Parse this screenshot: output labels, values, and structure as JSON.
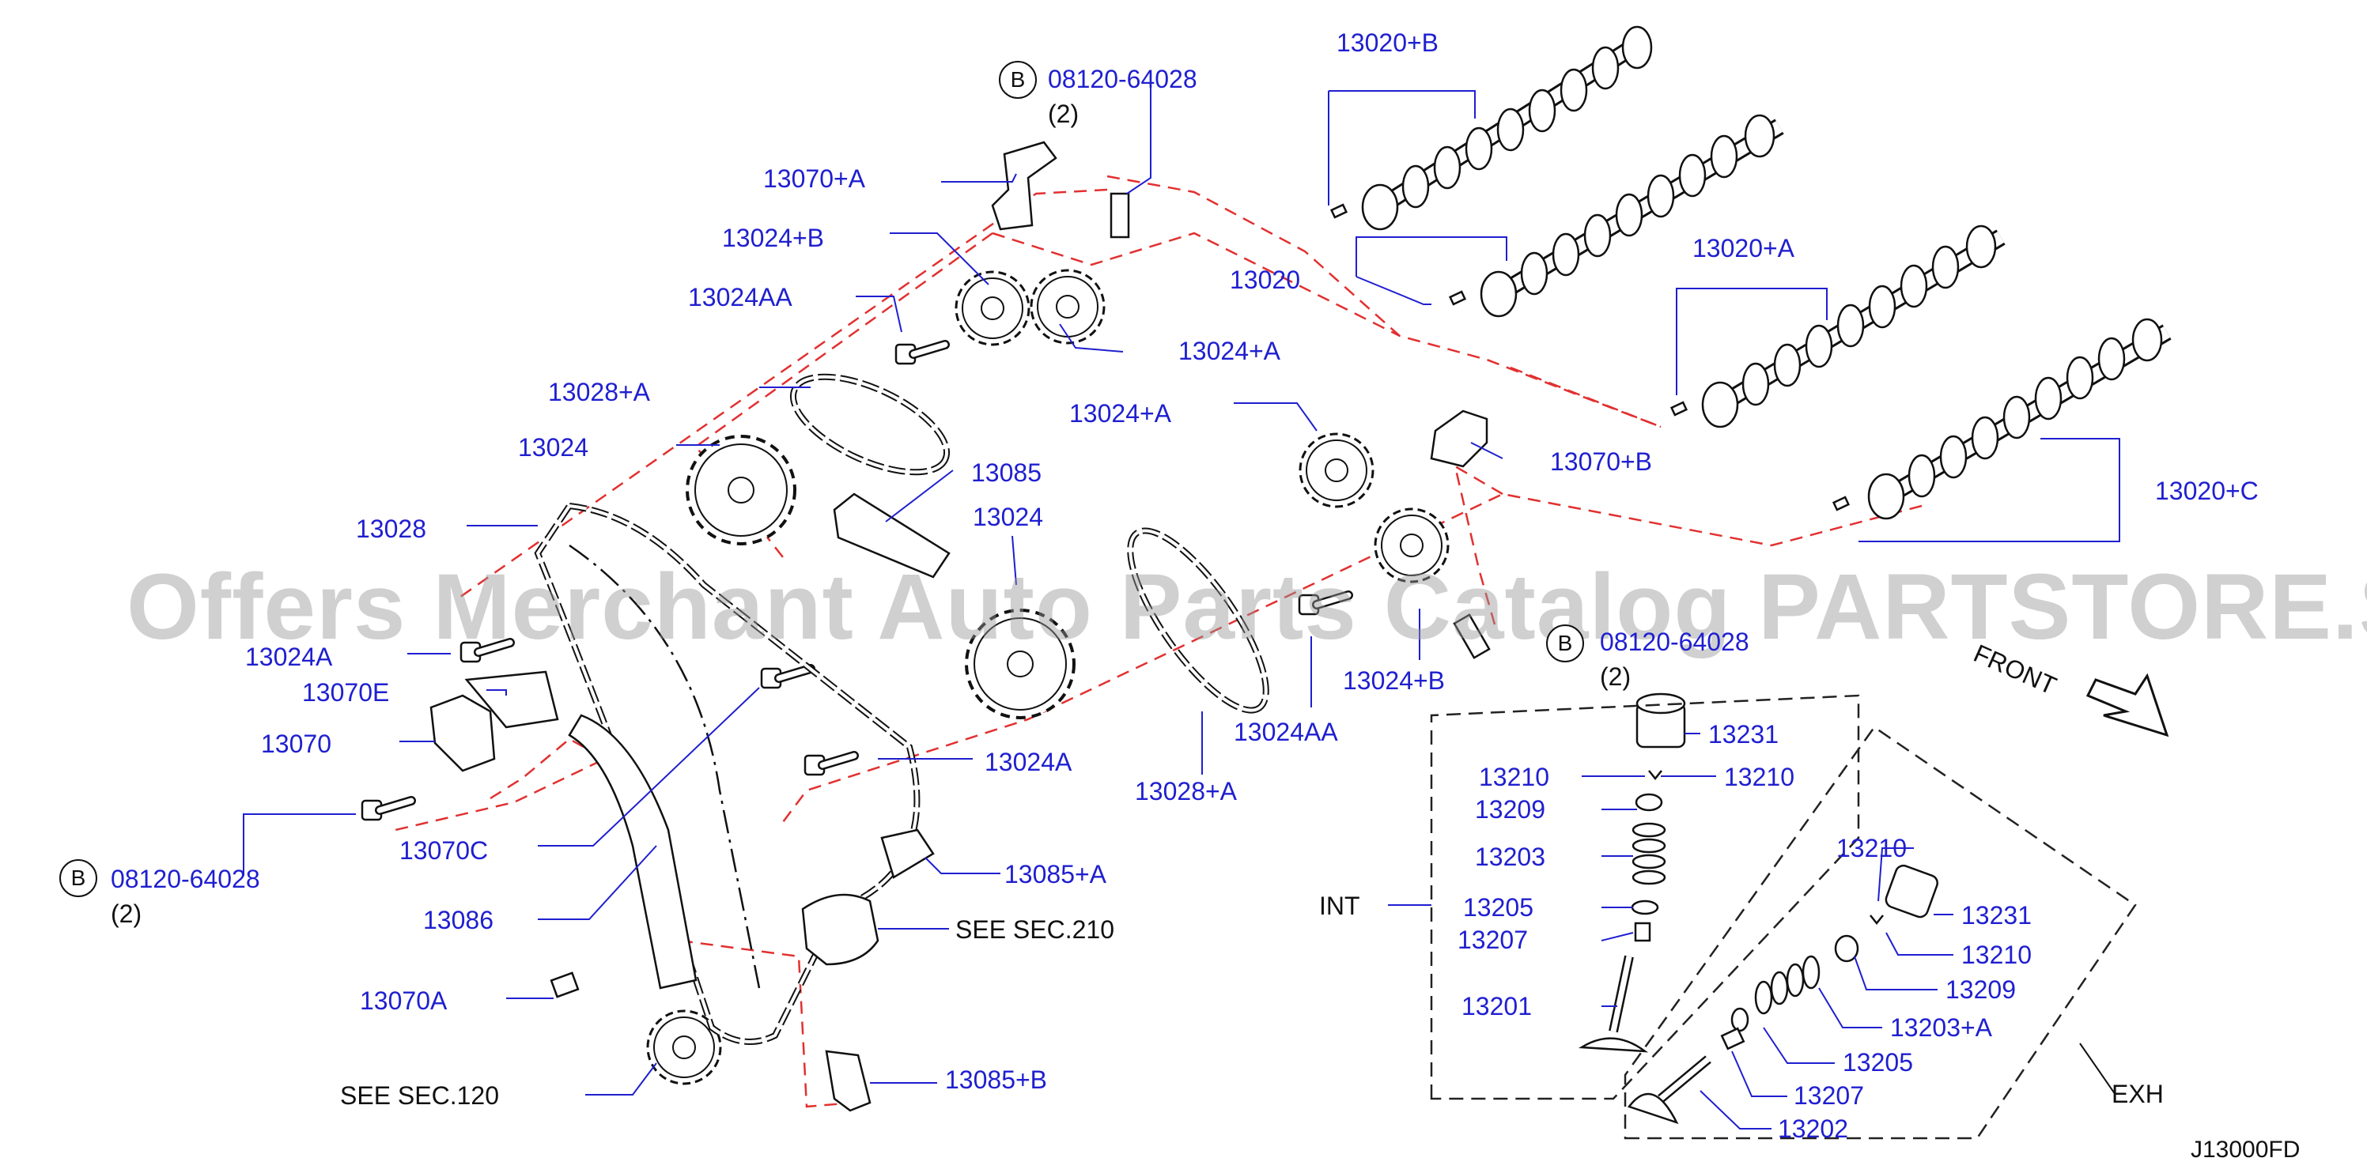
{
  "diagram": {
    "code": "J13000FD",
    "watermark": "Offers Merchant Auto Parts Catalog PARTSTORE.SA",
    "front_label": "FRONT",
    "callout_letter": "B",
    "callouts": [
      {
        "part": "08120-64028",
        "qty": "(2)"
      },
      {
        "part": "08120-64028",
        "qty": "(2)"
      },
      {
        "part": "08120-64028",
        "qty": "(2)"
      }
    ],
    "camshafts": [
      "13020+B",
      "13020",
      "13020+A",
      "13020+C"
    ],
    "sprockets": [
      "13024+B",
      "13024AA",
      "13024+A",
      "13024",
      "13024",
      "13024+A",
      "13024+B",
      "13024AA"
    ],
    "chains": [
      "13028+A",
      "13028",
      "13028+A"
    ],
    "tensioners": [
      "13070+A",
      "13070+B",
      "13070E",
      "13070",
      "13070C",
      "13070A"
    ],
    "guides": [
      "13085",
      "13085+A",
      "13085+B",
      "13086"
    ],
    "bolts": [
      "13024A",
      "13024A"
    ],
    "references": [
      "SEE   SEC.210",
      "SEE   SEC.120"
    ],
    "valve_groups": [
      {
        "name": "INT",
        "parts": [
          "13231",
          "13210",
          "13210",
          "13209",
          "13203",
          "13205",
          "13207",
          "13201"
        ]
      },
      {
        "name": "EXH",
        "parts": [
          "13210",
          "13231",
          "13210",
          "13209",
          "13203+A",
          "13205",
          "13207",
          "13202"
        ]
      }
    ]
  }
}
